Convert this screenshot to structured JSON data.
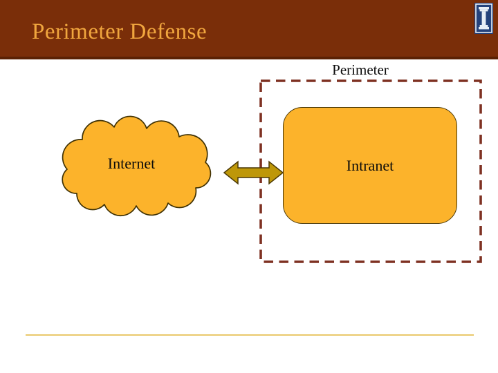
{
  "slide": {
    "title": "Perimeter Defense"
  },
  "logo": {
    "name": "university-of-illinois-column-logo",
    "glyph": "I"
  },
  "diagram": {
    "perimeter_label": "Perimeter",
    "internet_label": "Internet",
    "intranet_label": "Intranet"
  },
  "colors": {
    "header_bg": "#7a2e09",
    "header_border": "#5a2104",
    "title_text": "#f0a63e",
    "shape_fill": "#fcb32b",
    "shape_outline": "#3f3104",
    "arrow_fill": "#be9709",
    "arrow_outline": "#4a3806",
    "perimeter_dash": "#7e3122",
    "label_text": "#0b0b0b",
    "footer_line": "#e9c86b",
    "logo_bg": "#24427c",
    "logo_glyph": "#e8eef6"
  }
}
